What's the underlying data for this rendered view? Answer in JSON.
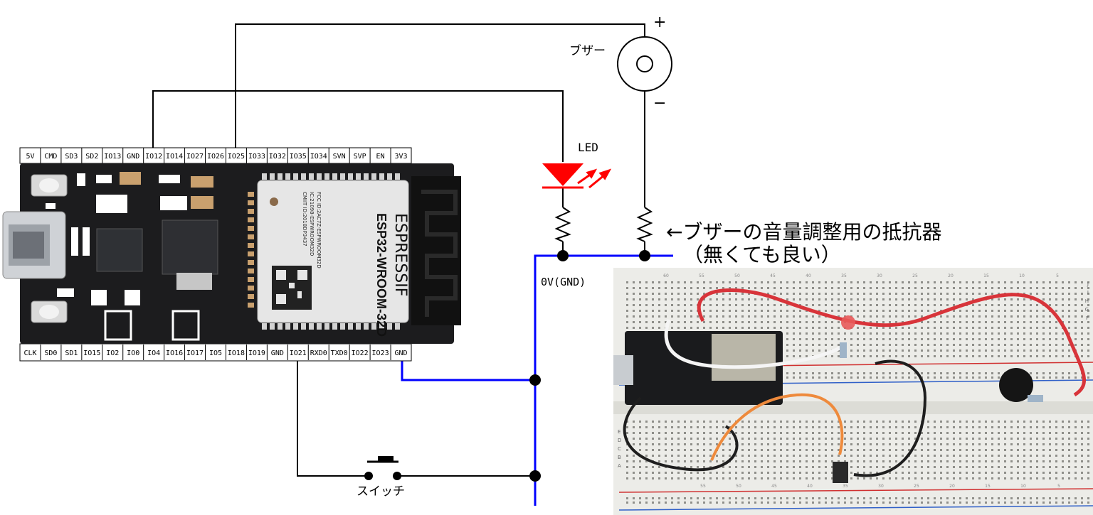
{
  "board": {
    "name": "ESP32-WROOM-32D",
    "brand": "ESPRESSIF",
    "module_text": [
      "FCC ID:2AC7Z-ESPWROOM32D",
      "IC:21098-ESPWROOM32D",
      "CMIIT ID:2018DP3437"
    ],
    "top_pins": [
      "5V",
      "CMD",
      "SD3",
      "SD2",
      "IO13",
      "GND",
      "IO12",
      "IO14",
      "IO27",
      "IO26",
      "IO25",
      "IO33",
      "IO32",
      "IO35",
      "IO34",
      "SVN",
      "SVP",
      "EN",
      "3V3"
    ],
    "bottom_pins": [
      "CLK",
      "SD0",
      "SD1",
      "IO15",
      "IO2",
      "IO0",
      "IO4",
      "IO16",
      "IO17",
      "IO5",
      "IO18",
      "IO19",
      "GND",
      "IO21",
      "RXD0",
      "TXD0",
      "IO22",
      "IO23",
      "GND"
    ]
  },
  "labels": {
    "buzzer": "ブザー",
    "plus": "+",
    "minus": "−",
    "led": "LED",
    "ground": "0V(GND)",
    "resistor_note": "←ブザーの音量調整用の抵抗器",
    "resistor_note_sub": "（無くても良い）",
    "switch": "スイッチ"
  },
  "colors": {
    "wire_signal": "#000000",
    "wire_ground": "#0000ff",
    "led": "#ff0000",
    "board_pcb": "#1c1c1e",
    "module": "#e6e6e6",
    "breadboard": "#ecece8",
    "red_jumper": "#d8343a",
    "orange_jumper": "#ee8a3c",
    "black_jumper": "#1e1e1e",
    "white_jumper": "#f5f5f5"
  },
  "photo": {
    "breadboard_top_numbers": [
      "60",
      "55",
      "50",
      "45",
      "40",
      "35",
      "30",
      "25",
      "20",
      "15",
      "10",
      "5"
    ],
    "breadboard_mid_numbers": [
      "55",
      "50",
      "45",
      "40",
      "35",
      "30",
      "25",
      "20",
      "15",
      "10",
      "5"
    ],
    "row_letters_top": [
      "J",
      "I",
      "H",
      "G",
      "F"
    ],
    "row_letters_bottom": [
      "E",
      "D",
      "C",
      "B",
      "A"
    ]
  }
}
